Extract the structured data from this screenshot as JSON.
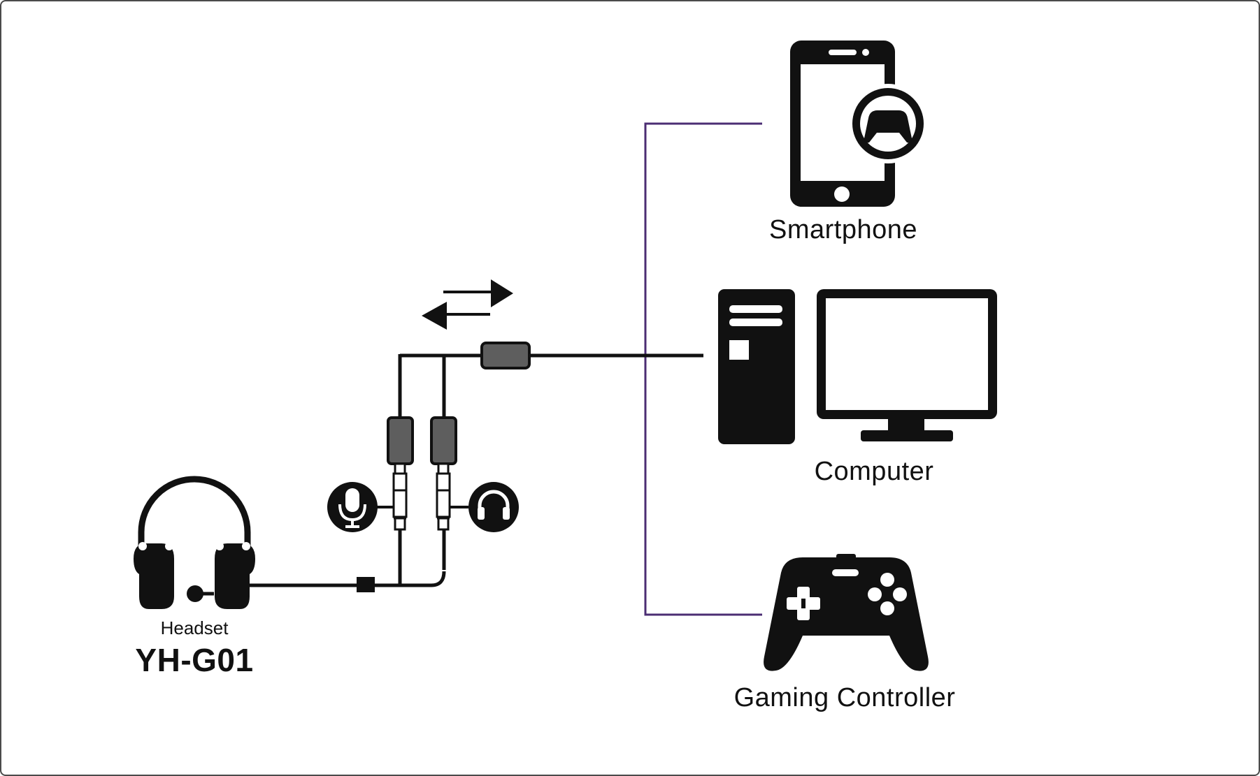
{
  "devices": {
    "smartphone_label": "Smartphone",
    "computer_label": "Computer",
    "controller_label": "Gaming Controller"
  },
  "headset": {
    "type_label": "Headset",
    "model": "YH-G01"
  },
  "colors": {
    "ink": "#111111",
    "plug_fill": "#5e5e5e",
    "bracket": "#4b2d73"
  },
  "icons": [
    "headset-icon",
    "microphone-icon",
    "headphone-icon",
    "smartphone-icon",
    "gamepad-icon",
    "desktop-tower-icon",
    "monitor-icon",
    "gaming-controller-icon",
    "bidirectional-arrows-icon"
  ]
}
